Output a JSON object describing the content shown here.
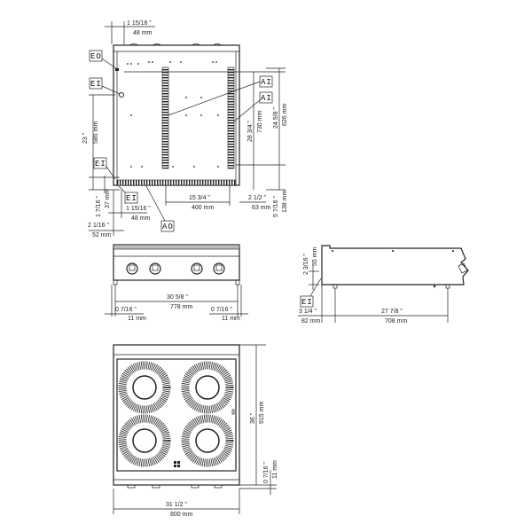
{
  "drawing": {
    "top_view": {
      "dims": {
        "top_offset_in": "1 15/16 \"",
        "top_offset_mm": "48 mm",
        "left_height_in": "23 \"",
        "left_height_mm": "585 mm",
        "right_inner_in": "28 3/4 \"",
        "right_inner_mm": "730 mm",
        "right_outer_in": "24 5/8 \"",
        "right_outer_mm": "626 mm",
        "bottom_left_in": "1 7/16 \"",
        "bottom_left_mm": "37 mm",
        "bottom_ei_in": "1 15/16 \"",
        "bottom_ei_mm": "48 mm",
        "bottom_far_in": "2 1/16 \"",
        "bottom_far_mm": "52 mm",
        "center_in": "15 3/4 \"",
        "center_mm": "400 mm",
        "right_bottom_in": "2 1/2 \"",
        "right_bottom_mm": "63 mm",
        "right_low_in": "5 7/16 \"",
        "right_low_mm": "138 mm"
      },
      "labels": {
        "eo": "EO",
        "ei_top": "EI",
        "ai_1": "AI",
        "ai_2": "AI",
        "ei_left": "EI",
        "ei_bottom": "EI",
        "ao": "AO"
      }
    },
    "front_view": {
      "dims": {
        "width_in": "30 5/8 \"",
        "width_mm": "778 mm",
        "left_in": "0 7/16 \"",
        "left_mm": "11 mm",
        "right_in": "0 7/16 \"",
        "right_mm": "11 mm"
      }
    },
    "side_view": {
      "dims": {
        "height_in": "2 3/16 \"",
        "height_mm": "55 mm",
        "left_in": "3 1/4 \"",
        "left_mm": "82 mm",
        "depth_in": "27 7/8 \"",
        "depth_mm": "708 mm"
      },
      "labels": {
        "ei": "EI"
      }
    },
    "plan_view": {
      "dims": {
        "depth_in": "36 \"",
        "depth_mm": "915 mm",
        "small_in": "0 7/16 \"",
        "small_mm": "11 mm",
        "width_in": "31 1/2 \"",
        "width_mm": "800 mm"
      }
    }
  }
}
